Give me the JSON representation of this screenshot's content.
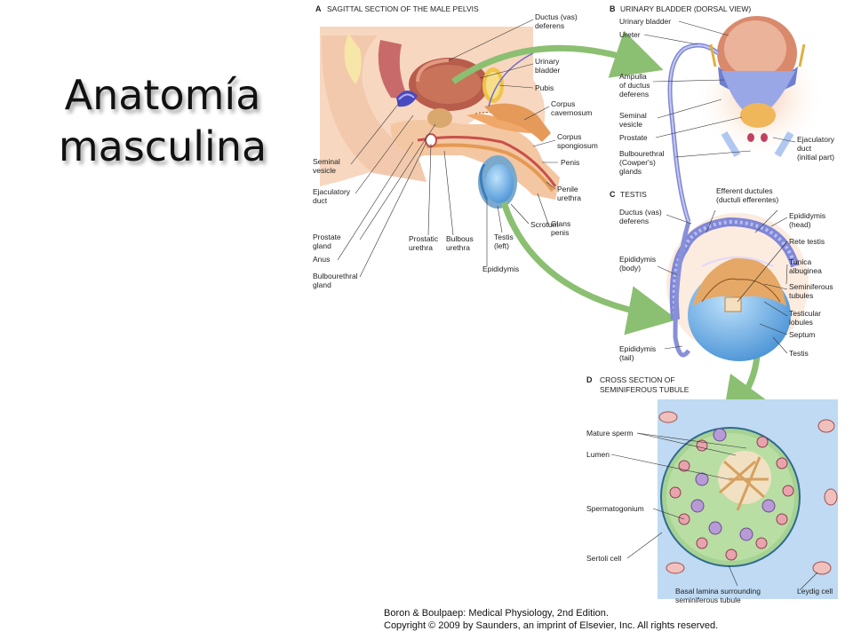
{
  "slide": {
    "title_line1": "Anatomía",
    "title_line2": "masculina"
  },
  "panels": {
    "a": {
      "letter": "A",
      "title": "SAGITTAL SECTION OF THE MALE PELVIS"
    },
    "b": {
      "letter": "B",
      "title": "URINARY BLADDER (DORSAL VIEW)"
    },
    "c": {
      "letter": "C",
      "title": "TESTIS"
    },
    "d": {
      "letter": "D",
      "title_line1": "CROSS SECTION OF",
      "title_line2": "SEMINIFEROUS TUBULE"
    }
  },
  "labels_a": [
    {
      "id": "ductus-vas-deferens",
      "lines": [
        "Ductus (vas)",
        "deferens"
      ]
    },
    {
      "id": "urinary-bladder",
      "lines": [
        "Urinary",
        "bladder"
      ]
    },
    {
      "id": "pubis",
      "lines": [
        "Pubis"
      ]
    },
    {
      "id": "corpus-cavernosum",
      "lines": [
        "Corpus",
        "cavernosum"
      ]
    },
    {
      "id": "corpus-spongiosum",
      "lines": [
        "Corpus",
        "spongiosum"
      ]
    },
    {
      "id": "penis",
      "lines": [
        "Penis"
      ]
    },
    {
      "id": "penile-urethra",
      "lines": [
        "Penile",
        "urethra"
      ]
    },
    {
      "id": "glans-penis",
      "lines": [
        "Glans",
        "penis"
      ]
    },
    {
      "id": "scrotum",
      "lines": [
        "Scrotum"
      ]
    },
    {
      "id": "testis-left",
      "lines": [
        "Testis",
        "(left)"
      ]
    },
    {
      "id": "epididymis",
      "lines": [
        "Epididymis"
      ]
    },
    {
      "id": "bulbous-urethra",
      "lines": [
        "Bulbous",
        "urethra"
      ]
    },
    {
      "id": "prostatic-urethra",
      "lines": [
        "Prostatic",
        "urethra"
      ]
    },
    {
      "id": "seminal-vesicle",
      "lines": [
        "Seminal",
        "vesicle"
      ]
    },
    {
      "id": "ejaculatory-duct",
      "lines": [
        "Ejaculatory",
        "duct"
      ]
    },
    {
      "id": "prostate-gland",
      "lines": [
        "Prostate",
        "gland"
      ]
    },
    {
      "id": "anus",
      "lines": [
        "Anus"
      ]
    },
    {
      "id": "bulbourethral-gland",
      "lines": [
        "Bulbourethral",
        "gland"
      ]
    }
  ],
  "labels_b": [
    {
      "id": "urinary-bladder-b",
      "lines": [
        "Urinary bladder"
      ]
    },
    {
      "id": "ureter",
      "lines": [
        "Ureter"
      ]
    },
    {
      "id": "ampulla",
      "lines": [
        "Ampulla",
        "of ductus",
        "deferens"
      ]
    },
    {
      "id": "seminal-vesicle-b",
      "lines": [
        "Seminal",
        "vesicle"
      ]
    },
    {
      "id": "prostate-b",
      "lines": [
        "Prostate"
      ]
    },
    {
      "id": "bulbourethral-b",
      "lines": [
        "Bulbourethral",
        "(Cowper's)",
        "glands"
      ]
    },
    {
      "id": "ejaculatory-duct-b",
      "lines": [
        "Ejaculatory",
        "duct",
        "(initial part)"
      ]
    }
  ],
  "labels_c": [
    {
      "id": "efferent-ductules",
      "lines": [
        "Efferent ductules",
        "(ductuli efferentes)"
      ]
    },
    {
      "id": "ductus-deferens-c",
      "lines": [
        "Ductus (vas)",
        "deferens"
      ]
    },
    {
      "id": "epididymis-head",
      "lines": [
        "Epididymis",
        "(head)"
      ]
    },
    {
      "id": "rete-testis",
      "lines": [
        "Rete testis"
      ]
    },
    {
      "id": "tunica-albuginea",
      "lines": [
        "Tunica",
        "albuginea"
      ]
    },
    {
      "id": "seminiferous-tubules",
      "lines": [
        "Seminiferous",
        "tubules"
      ]
    },
    {
      "id": "epididymis-body",
      "lines": [
        "Epididymis",
        "(body)"
      ]
    },
    {
      "id": "testicular-lobules",
      "lines": [
        "Testicular",
        "lobules"
      ]
    },
    {
      "id": "septum",
      "lines": [
        "Septum"
      ]
    },
    {
      "id": "epididymis-tail",
      "lines": [
        "Epididymis",
        "(tail)"
      ]
    },
    {
      "id": "testis-c",
      "lines": [
        "Testis"
      ]
    }
  ],
  "labels_d": [
    {
      "id": "mature-sperm",
      "lines": [
        "Mature sperm"
      ]
    },
    {
      "id": "lumen",
      "lines": [
        "Lumen"
      ]
    },
    {
      "id": "spermatogonium",
      "lines": [
        "Spermatogonium"
      ]
    },
    {
      "id": "sertoli-cell",
      "lines": [
        "Sertoli cell"
      ]
    },
    {
      "id": "basal-lamina",
      "lines": [
        "Basal lamina surrounding",
        "seminiferous tubule"
      ]
    },
    {
      "id": "leydig-cell",
      "lines": [
        "Leydig cell"
      ]
    }
  ],
  "credit": {
    "line1": "Boron & Boulpaep: Medical Physiology, 2nd Edition.",
    "line2": "Copyright © 2009 by Saunders, an imprint of Elsevier, Inc. All rights reserved."
  },
  "colors": {
    "arrow": "#8bbf72",
    "bladder": "#c9785e",
    "skin": "#f4c7a3",
    "testis_blue": "#5fa8e4",
    "tubule_green": "#9ccf8a",
    "cell_purple": "#b79bd6",
    "cell_pink": "#f0b0b8"
  }
}
